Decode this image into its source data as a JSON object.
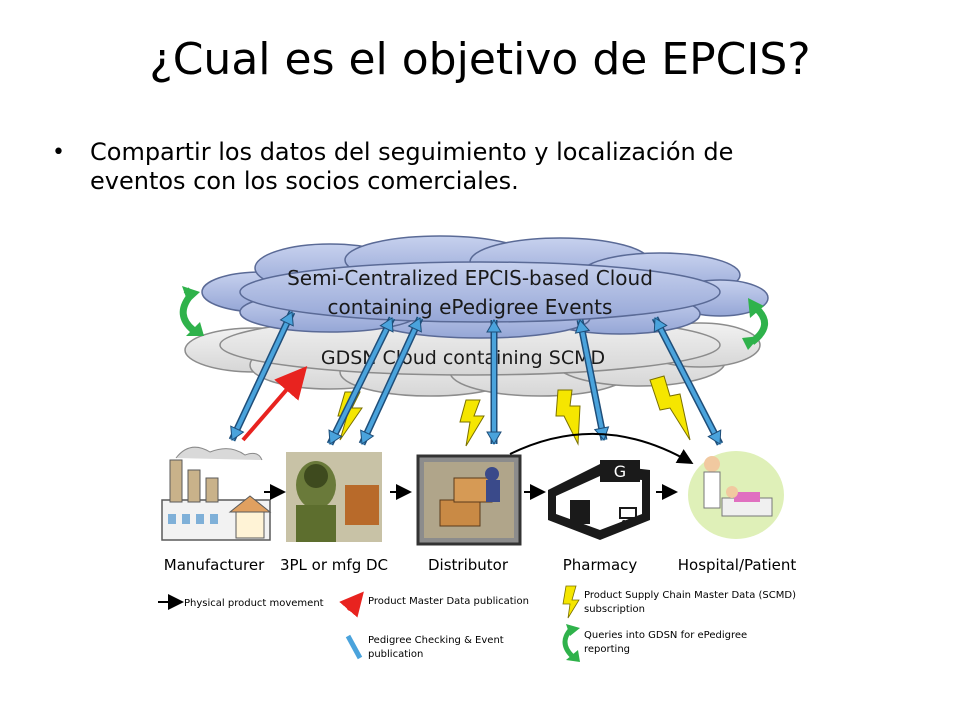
{
  "slide": {
    "title": "¿Cual es el objetivo de EPCIS?",
    "bullet": "Compartir los datos del seguimiento y localización de eventos con los socios comerciales."
  },
  "diagram": {
    "cloud_top_line1": "Semi-Centralized EPCIS-based Cloud",
    "cloud_top_line2": "containing ePedigree Events",
    "cloud_bottom": "GDSN Cloud containing SCMD",
    "nodes": [
      "Manufacturer",
      "3PL or mfg DC",
      "Distributor",
      "Pharmacy",
      "Hospital/Patient"
    ],
    "pharmacy_sign": "G",
    "legend": {
      "physical": "Physical product movement",
      "master": "Product Master Data publication",
      "pedigree_line1": "Pedigree Checking & Event",
      "pedigree_line2": "publication",
      "scmd_line1": "Product Supply Chain Master Data (SCMD)",
      "scmd_line2": "subscription",
      "queries_line1": "Queries into GDSN for ePedigree",
      "queries_line2": "reporting"
    }
  },
  "colors": {
    "cloud_top": "#aebbe0",
    "cloud_bottom": "#e6e6e6",
    "blue_arrow": "#4aa3dc",
    "red_arrow": "#e8231f",
    "lightning": "#f5e600",
    "green_cycle": "#2fb24b"
  }
}
